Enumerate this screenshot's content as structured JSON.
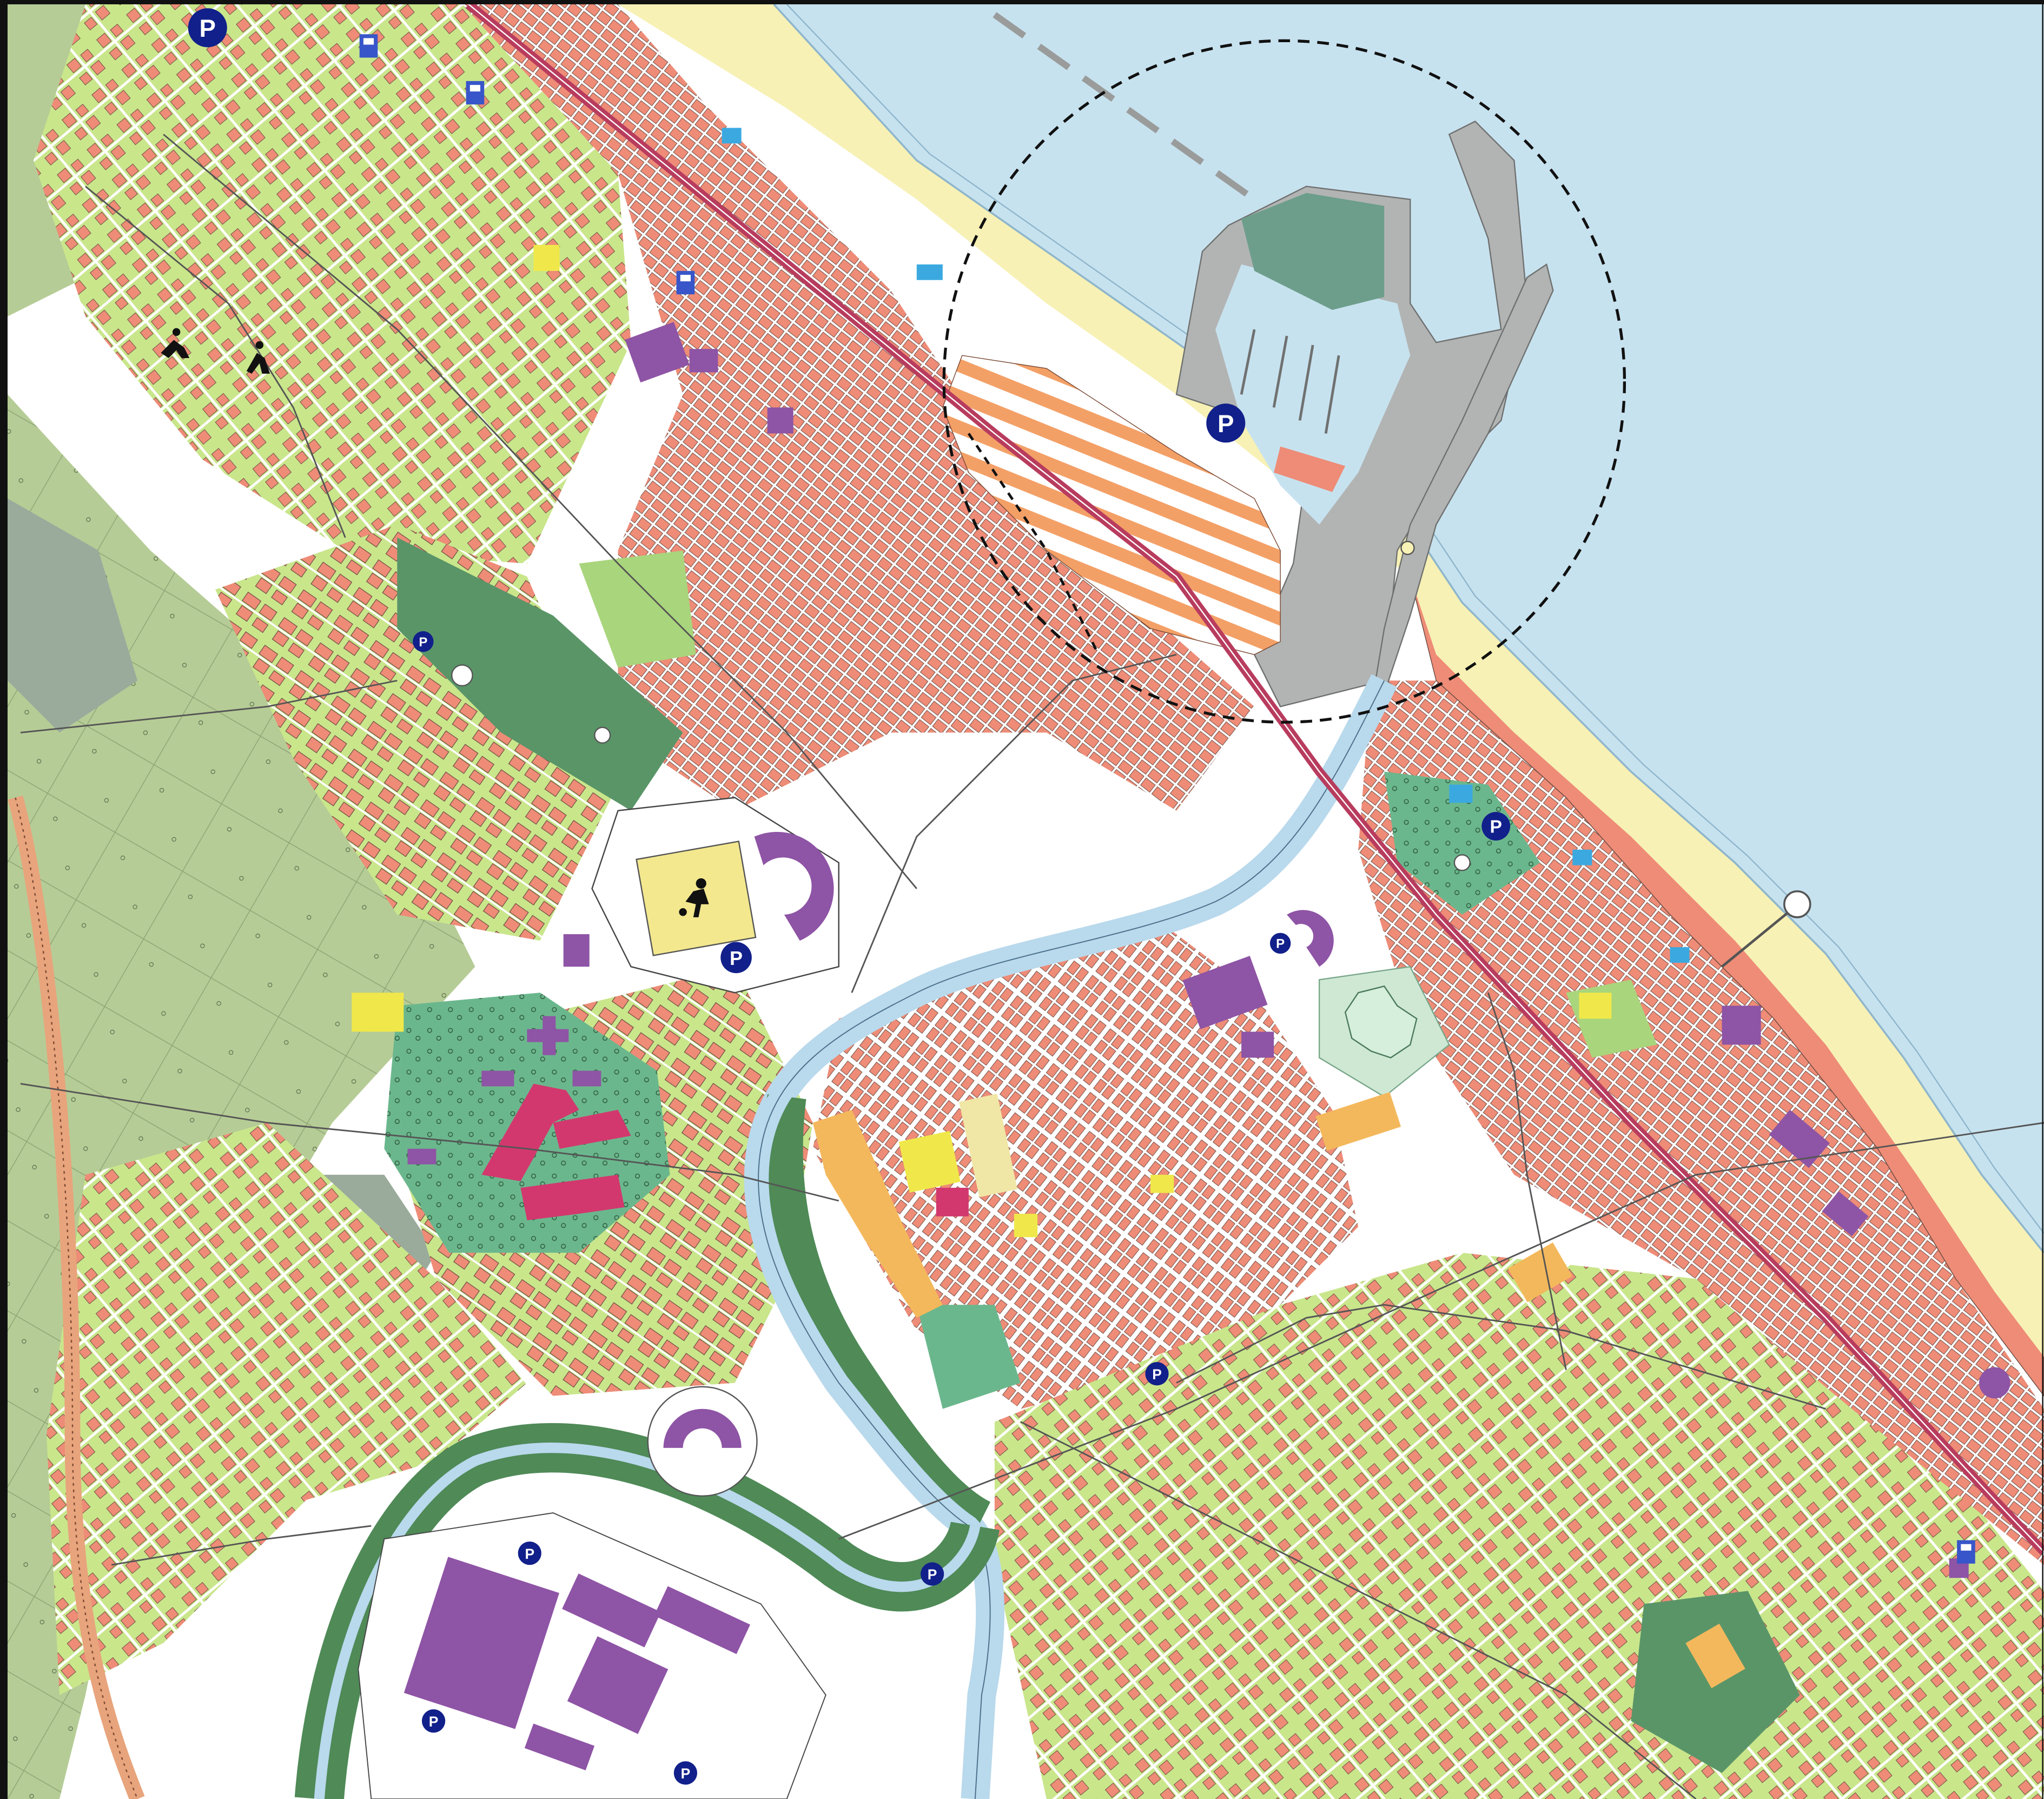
{
  "map": {
    "colors": {
      "sea": "#c7e2ef",
      "beach": "#f7f1b5",
      "built_block": "#ffffff",
      "building": "#ee8c77",
      "garden": "#c9e68b",
      "park": "#6bb78d",
      "dark_green": "#5a9568",
      "agricultural": "#b6cc96",
      "canal": "#b9d9ec",
      "river_banks": "#4f8a57",
      "railway": "#b83c5e",
      "highway": "#e8a47c",
      "port": "#b2b4b3",
      "public_building": "#8e54a5",
      "yellow_building": "#f0e84a",
      "orange_building": "#f4b85c",
      "hatched_area": "#f3a067",
      "parking_blue": "#11208a",
      "fuel_blue": "#3856c9",
      "grey_green": "#9aab9c"
    },
    "parking_symbol": "P",
    "icons": [
      "parking-icon",
      "fuel-station-icon",
      "sports-field-icon",
      "lighthouse-icon",
      "pier-icon",
      "sports-icon",
      "fountain-icon"
    ],
    "parking_markers": [
      {
        "id": "p1"
      },
      {
        "id": "p2"
      },
      {
        "id": "p3"
      },
      {
        "id": "p4"
      },
      {
        "id": "p5"
      },
      {
        "id": "p6"
      },
      {
        "id": "p7"
      },
      {
        "id": "p8"
      },
      {
        "id": "p9"
      },
      {
        "id": "p10"
      },
      {
        "id": "p11"
      },
      {
        "id": "p12"
      },
      {
        "id": "p13"
      },
      {
        "id": "p14"
      }
    ],
    "dashed_circle": "study-area-circle",
    "hatched_area": "redevelopment-area"
  }
}
